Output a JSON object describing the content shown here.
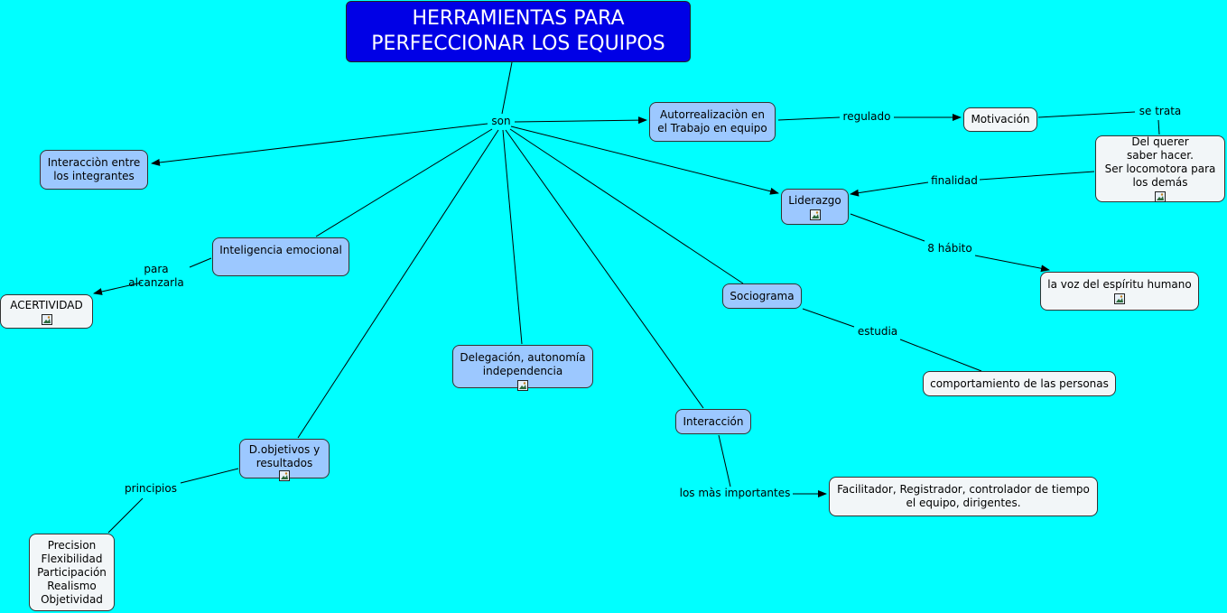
{
  "colors": {
    "background": "#00FFFF",
    "title_fill": "#0000E6",
    "concept_fill": "#9CC8FF",
    "leaf_fill": "#F2F6F8",
    "link": "#000000"
  },
  "icons": {
    "attachment": "image-icon"
  },
  "nodes": {
    "title": "HERRAMIENTAS PARA\nPERFECCIONAR LOS EQUIPOS",
    "interaccion_integrantes": "Interacciòn entre\nlos integrantes",
    "autorrealizacion": "Autorrealizaciòn en\nel Trabajo en equipo",
    "motivacion": "Motivación",
    "del_querer": "Del querer\nsaber hacer.\nSer locomotora para\nlos demás",
    "liderazgo": "Liderazgo",
    "voz_espiritu": "la voz del espíritu humano",
    "inteligencia": "Inteligencia emocional",
    "acertividad": "ACERTIVIDAD",
    "sociograma": "Sociograma",
    "comportamiento": "comportamiento de las personas",
    "delegacion": "Delegación, autonomía\nindependencia",
    "interaccion": "Interacción",
    "facilitador": "Facilitador, Registrador, controlador de tiempo\nel equipo, dirigentes.",
    "dobjetivos": "D.objetivos y\nresultados",
    "principios_lista": "Precision\nFlexibilidad\nParticipación\nRealismo\nObjetividad"
  },
  "links": {
    "son": "son",
    "regulado": "regulado",
    "se_trata": "se trata",
    "finalidad": "finalidad",
    "ocho_habito": "8 hábito",
    "para_alcanzarla": "para\nalcanzarla",
    "estudia": "estudia",
    "los_mas_importantes": "los màs importantes",
    "principios": "principios"
  }
}
